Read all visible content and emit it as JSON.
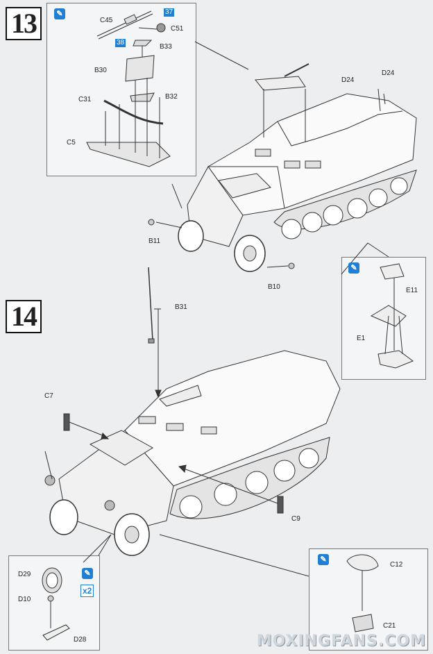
{
  "steps": {
    "s13": "13",
    "s14": "14"
  },
  "step13": {
    "inset_labels": {
      "c45": "C45",
      "c51": "C51",
      "b33": "B33",
      "b30": "B30",
      "b32": "B32",
      "c31": "C31",
      "c5": "C5",
      "ref_a": "37",
      "ref_b": "38"
    },
    "main_labels": {
      "d24a": "D24",
      "d24b": "D24",
      "b11": "B11",
      "b10": "B10"
    },
    "detail_labels": {
      "e11": "E11",
      "e1": "E1"
    }
  },
  "step14": {
    "main_labels": {
      "b31": "B31",
      "c7": "C7",
      "c9": "C9"
    },
    "headlight_labels": {
      "d29": "D29",
      "d10": "D10",
      "d28": "D28",
      "multiplier": "x2"
    },
    "horn_labels": {
      "c12": "C12",
      "c21": "C21"
    }
  },
  "icons": {
    "note": "pencil-note-icon",
    "color": "#1e7fd4"
  },
  "watermark": "MOXINGFANS.COM"
}
